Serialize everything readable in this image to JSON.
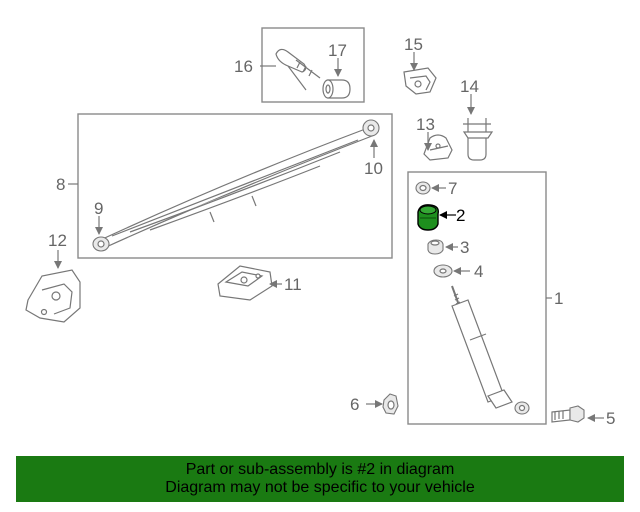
{
  "diagram": {
    "callouts": [
      "1",
      "2",
      "3",
      "4",
      "5",
      "6",
      "7",
      "8",
      "9",
      "10",
      "11",
      "12",
      "13",
      "14",
      "15",
      "16",
      "17"
    ],
    "highlighted_part": "2",
    "highlight_color": "#1e8f1e"
  },
  "banner": {
    "line1": "Part or sub-assembly is #2 in diagram",
    "line2": "Diagram may not be specific to your vehicle",
    "background": "#1a7a12"
  }
}
